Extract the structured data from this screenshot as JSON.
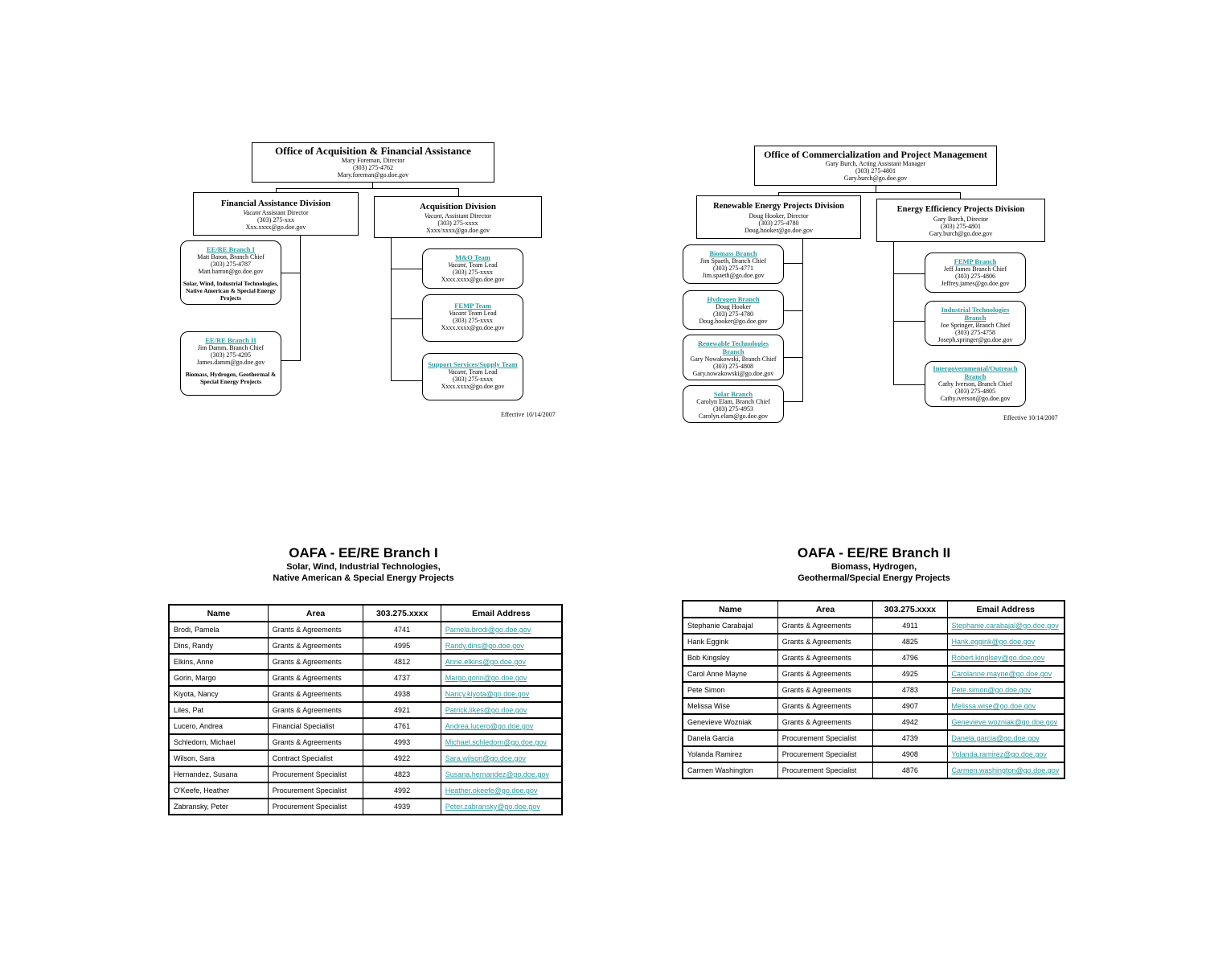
{
  "chart_left": {
    "top": {
      "title": "Office of Acquisition & Financial Assistance",
      "l1": "Mary Foreman, Director",
      "l2": "(303) 275-4762",
      "l3": "Mary.foreman@go.doe.gov"
    },
    "fad": {
      "title": "Financial Assistance Division",
      "l1a": "Vacant",
      "l1b": " Assistant Director",
      "l2": "(303) 275-xxx",
      "l3": "Xxx.xxxx@go.doe.gov"
    },
    "acq": {
      "title": "Acquisition Division",
      "l1a": "Vacant",
      "l1b": ", Assistant Director",
      "l2": "(303) 275-xxxx",
      "l3": "Xxxx/xxxx@go.doe.gov"
    },
    "br1": {
      "title": "EE/RE Branch I",
      "l1": "Matt Baron, Branch Chief",
      "l2": "(303) 275-4787",
      "l3": "Matt.barron@go.doe.gov",
      "note": "Solar, Wind, Industrial Technologies, Native American & Special Energy Projects"
    },
    "br2": {
      "title": "EE/RE Branch II",
      "l1": "Jim Damm, Branch Chief",
      "l2": "(303) 275-4295",
      "l3": "James.damm@go.doe.gov",
      "note": "Biomass, Hydrogen, Geothermal & Special Energy Projects"
    },
    "mo": {
      "title": "M&O Team",
      "l1a": "Vacant",
      "l1b": ", Team Lead",
      "l2": "(303) 275-xxxx",
      "l3": "Xxxx.xxxx@go.doe.gov"
    },
    "femp": {
      "title": "FEMP Team",
      "l1a": "Vacant",
      "l1b": " Team Lead",
      "l2": "(303) 275-xxxx",
      "l3": "Xxxx.xxxx@go.doe.gov"
    },
    "sup": {
      "title": "Support Services/Supply Team",
      "l1a": "Vacant",
      "l1b": ", Team Lead",
      "l2": "(303) 275-xxxx",
      "l3": "Xxxx.xxxx@go.doe.gov"
    },
    "effective": "Effective 10/14/2007"
  },
  "chart_right": {
    "top": {
      "title": "Office of Commercialization and Project Management",
      "l1": "Gary Burch, Acting Assistant Manager",
      "l2": "(303) 275-4801",
      "l3": "Gary.burch@go.doe.gov"
    },
    "red": {
      "title": "Renewable Energy Projects Division",
      "l1": "Doug Hooker, Director",
      "l2": "(303) 275-4780",
      "l3": "Doug.hooker@go.doe.gov"
    },
    "eed": {
      "title": "Energy Efficiency Projects Division",
      "l1": "Gary Burch, Director",
      "l2": "(303) 275-4801",
      "l3": "Gary.burch@go.doe.gov"
    },
    "bio": {
      "title": "Biomass Branch",
      "l1": "Jim Spaeth, Branch Chief",
      "l2": "(303) 275-4771",
      "l3": "Jim.spaeth@go.doe.gov"
    },
    "hyd": {
      "title": "Hydrogen Branch",
      "l1": "Doug Hooker",
      "l2": "(303) 275-4780",
      "l3": "Doug.hooker@go.doe.gov"
    },
    "ren": {
      "title": "Renewable Technologies Branch",
      "l1": "Gary Nowakowski, Branch Chief",
      "l2": "(303) 275-4808",
      "l3": "Gary.nowakowski@go.doe.gov"
    },
    "sol": {
      "title": "Solar Branch",
      "l1": "Carolyn Elam, Branch Chief",
      "l2": "(303) 275-4953",
      "l3": "Carolyn.elam@go.doe.gov"
    },
    "femp": {
      "title": "FEMP Branch",
      "l1": "Jeff  James Branch Chief",
      "l2": "(303) 275-4806",
      "l3": "Jeffrey.james@go.doe.gov"
    },
    "ind": {
      "title": "Industrial Technologies Branch",
      "l1": "Joe Springer, Branch Chief",
      "l2": "(303) 275-4758",
      "l3": "Joseph.springer@go.doe.gov"
    },
    "int": {
      "title": "Intergovernmental/Outreach Branch",
      "l1": "Cathy Iverson, Branch Chief",
      "l2": "(303) 275-4805",
      "l3": "Cathy.iverson@go.doe.gov"
    },
    "effective": "Effective 10/14/2007"
  },
  "table1": {
    "title": "OAFA - EE/RE Branch I",
    "sub1": "Solar, Wind, Industrial Technologies,",
    "sub2": "Native American & Special Energy Projects",
    "headers": [
      "Name",
      "Area",
      "303.275.xxxx",
      "Email Address"
    ],
    "rows": [
      [
        "Brodi, Pamela",
        "Grants & Agreements",
        "4741",
        "Pamela.brodi@go.doe.gov"
      ],
      [
        "Dins, Randy",
        "Grants & Agreements",
        "4995",
        "Randy.dins@go.doe.gov"
      ],
      [
        "Elkins, Anne",
        "Grants & Agreements",
        "4812",
        "Anne.elkins@go.doe.gov"
      ],
      [
        "Gorin, Margo",
        "Grants & Agreements",
        "4737",
        "Margo.gorin@go.doe.gov"
      ],
      [
        "Kiyota, Nancy",
        "Grants & Agreements",
        "4938",
        "Nancy.kiyota@go.doe.gov"
      ],
      [
        "Liles, Pat",
        "Grants & Agreements",
        "4921",
        "Patrick.likes@go.doe.gov"
      ],
      [
        "Lucero, Andrea",
        "Financial Specialist",
        "4761",
        "Andrea.lucero@go.doe.gov"
      ],
      [
        "Schledorn, Michael",
        "Grants & Agreements",
        "4993",
        "Michael.schledorn@go.doe.gov"
      ],
      [
        "Wilson, Sara",
        "Contract Specialist",
        "4922",
        "Sara.wilson@go.doe.gov"
      ],
      [
        "Hernandez, Susana",
        "Procurement Specialist",
        "4823",
        "Susana.hernandez@go.doe.gov"
      ],
      [
        "O'Keefe, Heather",
        "Procurement Specialist",
        "4992",
        "Heather.okeefe@go.doe.gov"
      ],
      [
        "Zabransky, Peter",
        "Procurement Specialist",
        "4939",
        "Peter.zabransky@go.doe.gov"
      ]
    ]
  },
  "table2": {
    "title": "OAFA - EE/RE Branch II",
    "sub1": "Biomass, Hydrogen,",
    "sub2": "Geothermal/Special Energy Projects",
    "headers": [
      "Name",
      "Area",
      "303.275.xxxx",
      "Email Address"
    ],
    "rows": [
      [
        "Stephanie Carabajal",
        "Grants & Agreements",
        "4911",
        "Stephanie.carabajal@go.doe.gov"
      ],
      [
        "Hank Eggink",
        "Grants & Agreements",
        "4825",
        "Hank.eggink@go.doe.gov"
      ],
      [
        "Bob Kingsley",
        "Grants & Agreements",
        "4796",
        "Robert.kinglsey@go.doe.gov"
      ],
      [
        "Carol Anne Mayne",
        "Grants & Agreements",
        "4925",
        "Carolanne.mayne@go.doe.gov"
      ],
      [
        "Pete Simon",
        "Grants & Agreements",
        "4783",
        "Pete.simon@go.doe.gov"
      ],
      [
        "Melissa Wise",
        "Grants & Agreements",
        "4907",
        "Melissa.wise@go.doe.gov"
      ],
      [
        "Genevieve Wozniak",
        "Grants & Agreements",
        "4942",
        "Genevieve.wozniak@go.doe.gov"
      ],
      [
        "Danela Garcia",
        "Procurement Specialist",
        "4739",
        "Danela.garcia@go.doe.gov"
      ],
      [
        "Yolanda Ramirez",
        "Procurement Specialist",
        "4908",
        "Yolanda.ramirez@go.doe.gov"
      ],
      [
        "Carmen Washington",
        "Procurement Specialist",
        "4876",
        "Carmen.washington@go.doe.gov"
      ]
    ]
  }
}
